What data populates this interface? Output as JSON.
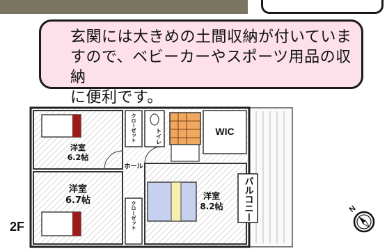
{
  "callout": {
    "lines": [
      "玄関には大きめの土間収納が付いていま",
      "すので、ベビーカーやスポーツ用品の収納",
      "に便利です。"
    ]
  },
  "floor": "2F",
  "rooms": {
    "western1_name": "洋室",
    "western1_size": "6.2帖",
    "western2_name": "洋室",
    "western2_size": "6.7帖",
    "western3_name": "洋室",
    "western3_size": "8.2帖",
    "wic": "WIC",
    "hall": "ホール",
    "toilet": "トイレ",
    "closet1": "クローゼット",
    "closet2": "クローゼット",
    "balcony": "バルコニー"
  },
  "compass_label": "N",
  "colors": {
    "callout_bg": "#fde0ea",
    "stair": "#f0a860",
    "bed_red": "#9b1b1b",
    "bed_blue": "#c8d0f0"
  }
}
